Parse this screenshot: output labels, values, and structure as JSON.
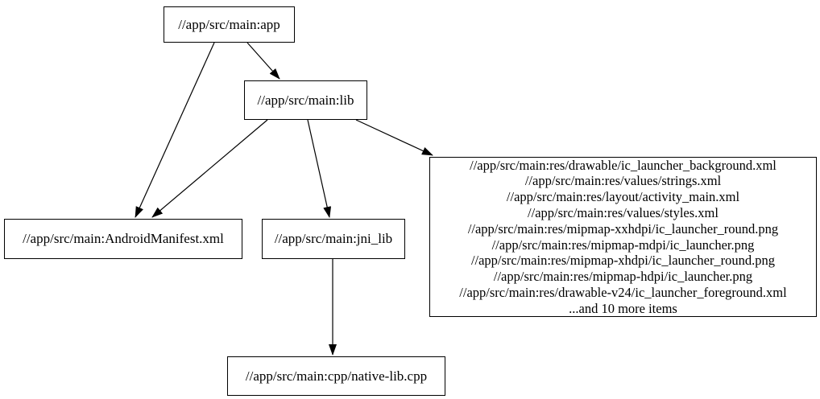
{
  "diagram": {
    "type": "dependency-graph",
    "background_color": "#ffffff",
    "node_border_color": "#000000",
    "edge_color": "#000000",
    "text_color": "#000000",
    "nodes": {
      "app": {
        "label": "//app/src/main:app"
      },
      "lib": {
        "label": "//app/src/main:lib"
      },
      "manifest": {
        "label": "//app/src/main:AndroidManifest.xml"
      },
      "jni_lib": {
        "label": "//app/src/main:jni_lib"
      },
      "cpp": {
        "label": "//app/src/main:cpp/native-lib.cpp"
      },
      "res": {
        "lines": [
          "//app/src/main:res/drawable/ic_launcher_background.xml",
          "//app/src/main:res/values/strings.xml",
          "//app/src/main:res/layout/activity_main.xml",
          "//app/src/main:res/values/styles.xml",
          "//app/src/main:res/mipmap-xxhdpi/ic_launcher_round.png",
          "//app/src/main:res/mipmap-mdpi/ic_launcher.png",
          "//app/src/main:res/mipmap-xhdpi/ic_launcher_round.png",
          "//app/src/main:res/mipmap-hdpi/ic_launcher.png",
          "//app/src/main:res/drawable-v24/ic_launcher_foreground.xml",
          "...and 10 more items"
        ]
      }
    },
    "edges": [
      {
        "from": "app",
        "to": "lib"
      },
      {
        "from": "app",
        "to": "manifest"
      },
      {
        "from": "lib",
        "to": "manifest"
      },
      {
        "from": "lib",
        "to": "jni_lib"
      },
      {
        "from": "lib",
        "to": "res"
      },
      {
        "from": "jni_lib",
        "to": "cpp"
      }
    ]
  }
}
